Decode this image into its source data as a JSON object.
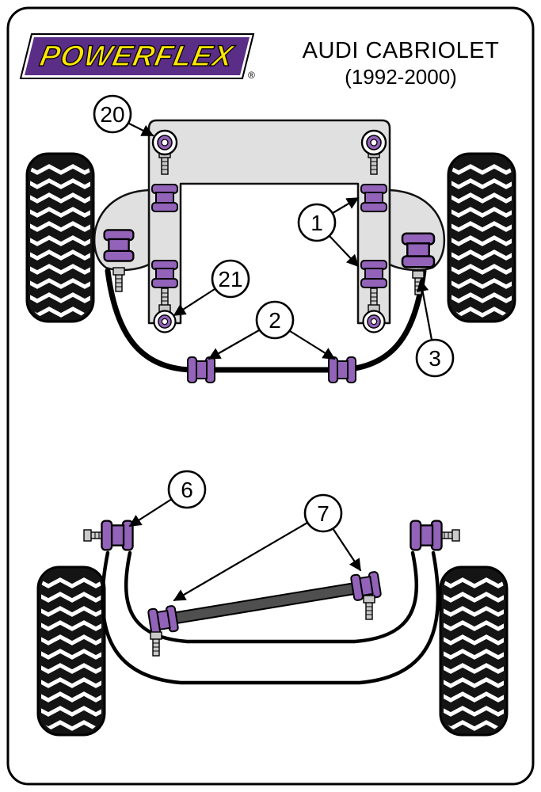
{
  "brand": {
    "name": "POWERFLEX",
    "registered": "®"
  },
  "header": {
    "title": "AUDI CABRIOLET",
    "years": "(1992-2000)"
  },
  "callouts": {
    "front_upper_mount": "20",
    "front_subframe_bush": "1",
    "front_lower_mount": "21",
    "front_anti_roll_bar_bush": "2",
    "front_arm_rear_bush": "3",
    "rear_beam_mount_bush": "6",
    "rear_link_bush": "7"
  },
  "colors": {
    "bush_purple": "#9263B8",
    "logo_purple": "#5A2D87",
    "logo_yellow": "#FFE600",
    "subframe_grey": "#E0E0E0",
    "link_bar_grey": "#4F4F4F"
  }
}
